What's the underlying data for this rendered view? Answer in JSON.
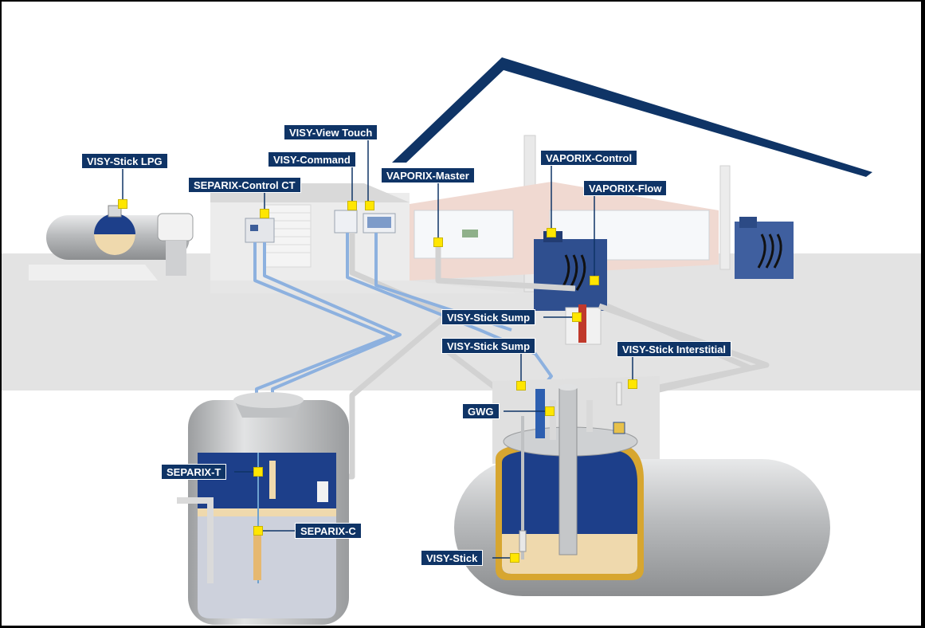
{
  "colors": {
    "label_bg": "#0f3466",
    "marker": "#ffe600",
    "roof": "#0f3466",
    "tank_gray": "#c4c6c8",
    "product_blue": "#1d3f8a",
    "water_beige": "#efd9ad",
    "pipe_blue": "#7aa3d8",
    "pipe_gray": "#d0d0d0"
  },
  "labels": {
    "visy_stick_lpg": "VISY-Stick LPG",
    "separix_control_ct": "SEPARIX-Control CT",
    "visy_command": "VISY-Command",
    "visy_view_touch": "VISY-View Touch",
    "vaporix_master": "VAPORIX-Master",
    "vaporix_control": "VAPORIX-Control",
    "vaporix_flow": "VAPORIX-Flow",
    "visy_stick_sump_1": "VISY-Stick Sump",
    "visy_stick_sump_2": "VISY-Stick Sump",
    "visy_stick_interstitial": "VISY-Stick Interstitial",
    "gwg": "GWG",
    "separix_t": "SEPARIX-T",
    "separix_c": "SEPARIX-C",
    "visy_stick": "VISY-Stick"
  },
  "components": [
    {
      "id": "lpg-tank-icon",
      "name": "lpg-tank"
    },
    {
      "id": "control-cabinet-icon",
      "name": "control-cabinet"
    },
    {
      "id": "fuel-dispenser-icon",
      "name": "fuel-dispenser"
    },
    {
      "id": "separator-tank-icon",
      "name": "oil-separator-tank"
    },
    {
      "id": "fuel-tank-icon",
      "name": "underground-fuel-tank"
    }
  ]
}
